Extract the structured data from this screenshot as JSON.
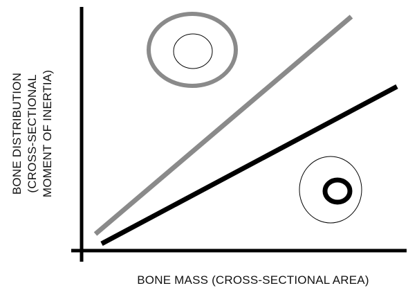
{
  "x_axis_label": "BONE MASS (CROSS-SECTIONAL AREA)",
  "y_axis_label_lines": [
    "BONE DISTRIBUTION",
    "(CROSS-SECTIONAL",
    "MOMENT OF INERTIA)"
  ],
  "colors": {
    "axis": "#000000",
    "gray_line": "#8a8a8a",
    "black_line": "#000000",
    "gray_ring_outer": "#8a8a8a",
    "thin_outline": "#000000",
    "black_ring": "#000000"
  },
  "graphics": {
    "lines": [
      "gray-trend-line",
      "black-trend-line"
    ],
    "cross_sections": [
      "gray-ring-cross-section",
      "black-ring-cross-section"
    ]
  }
}
